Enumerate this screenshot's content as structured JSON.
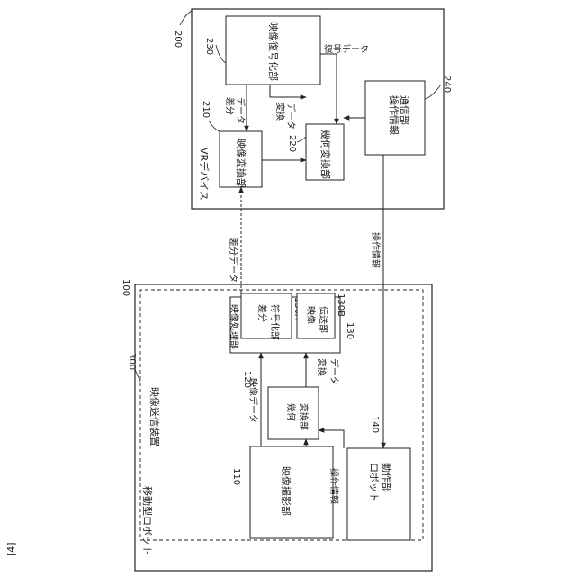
{
  "figure_label": "[4]",
  "vr_device": {
    "label": "VRデバイス",
    "number": "200",
    "video_conversion": {
      "label": "映像変換部",
      "number": "210"
    },
    "geometric_conversion": {
      "label": "幾何変換部",
      "number": "220"
    },
    "video_decoding": {
      "label": "映像復号化部",
      "number": "230"
    },
    "operation_info_comm": {
      "label_line1": "操作情報",
      "label_line2": "通信部",
      "number": "240"
    },
    "edge_diff_data": {
      "line1": "差分",
      "line2": "データ"
    },
    "edge_conv_data": {
      "line1": "変換",
      "line2": "データ"
    },
    "edge_decoded_data": "復号データ"
  },
  "mobile_robot": {
    "label": "移動型ロボット",
    "number": "100",
    "video_transmission_device": {
      "label": "映像送信装置",
      "number": "300"
    },
    "video_capture": {
      "label": "映像撮影部",
      "number": "110"
    },
    "geometric_conversion": {
      "label_line1": "幾何",
      "label_line2": "変換部",
      "number": "120"
    },
    "video_processing": {
      "label": "映像処理部",
      "number": "130"
    },
    "diff_encoding": {
      "label_line1": "差分",
      "label_line2": "符号化部",
      "number": "130A"
    },
    "video_transfer": {
      "label_line1": "映像",
      "label_line2": "伝送部",
      "number": "130B"
    },
    "robot_operation": {
      "label_line1": "ロボット",
      "label_line2": "動作部",
      "number": "140"
    },
    "edge_video_data": "映像データ",
    "edge_conv_data": {
      "line1": "変換",
      "line2": "データ"
    },
    "edge_operation_info": "操作情報"
  },
  "links": {
    "diff_data": "差分データ",
    "operation_info": "操作情報"
  }
}
